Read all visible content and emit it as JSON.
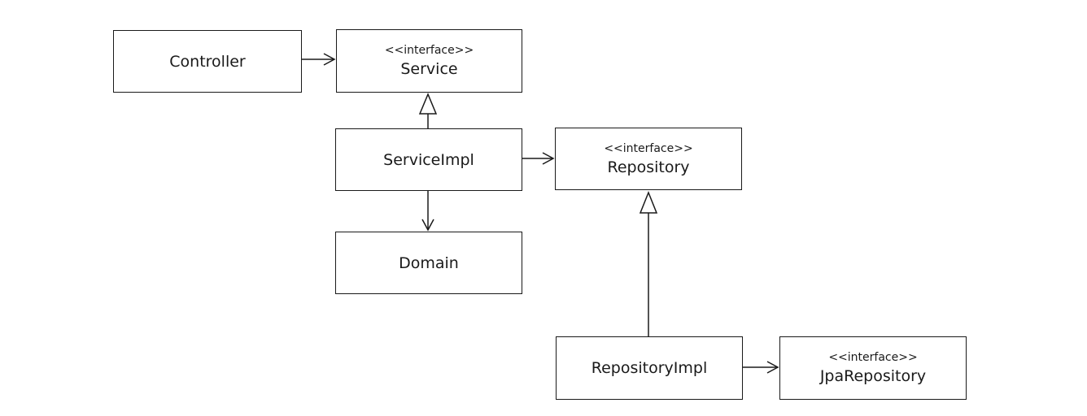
{
  "diagram": {
    "boxes": {
      "controller": {
        "name": "Controller"
      },
      "service": {
        "stereotype": "<<interface>>",
        "name": "Service"
      },
      "service_impl": {
        "name": "ServiceImpl"
      },
      "repository": {
        "stereotype": "<<interface>>",
        "name": "Repository"
      },
      "domain": {
        "name": "Domain"
      },
      "repository_impl": {
        "name": "RepositoryImpl"
      },
      "jpa_repository": {
        "stereotype": "<<interface>>",
        "name": "JpaRepository"
      }
    },
    "relationships": [
      {
        "from": "Controller",
        "to": "Service",
        "kind": "dependency"
      },
      {
        "from": "ServiceImpl",
        "to": "Service",
        "kind": "realization"
      },
      {
        "from": "ServiceImpl",
        "to": "Repository",
        "kind": "dependency"
      },
      {
        "from": "ServiceImpl",
        "to": "Domain",
        "kind": "dependency"
      },
      {
        "from": "RepositoryImpl",
        "to": "Repository",
        "kind": "realization"
      },
      {
        "from": "RepositoryImpl",
        "to": "JpaRepository",
        "kind": "dependency"
      }
    ]
  }
}
